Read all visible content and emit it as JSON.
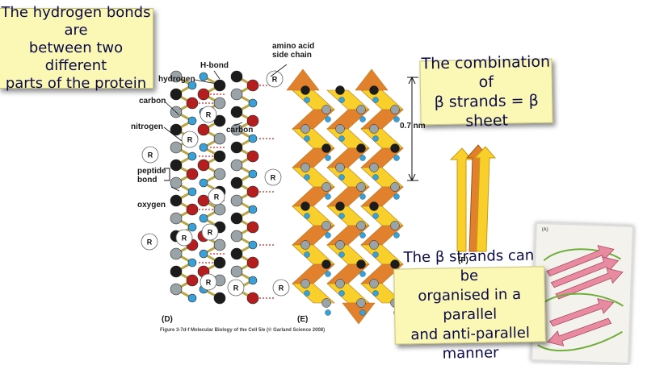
{
  "callouts": {
    "hbonds": [
      "The hydrogen bonds are",
      "between two different",
      "parts of the protein"
    ],
    "sheet": [
      "The combination of",
      "β strands = β sheet"
    ],
    "parallel": [
      "The β strands can be",
      "organised in a parallel",
      "and anti-parallel manner"
    ]
  },
  "labels": {
    "amino_acid": [
      "amino acid",
      "side chain"
    ],
    "h_bond": "H-bond",
    "hydrogen": "hydrogen",
    "carbon_left": "carbon",
    "nitrogen": "nitrogen",
    "carbon_right": "carbon",
    "peptide_bond": [
      "peptide",
      "bond"
    ],
    "oxygen": "oxygen",
    "r_group": "R",
    "distance": "0.7 nm"
  },
  "panels": {
    "d": "(D)",
    "e": "(E)",
    "f": "(F)",
    "photo": "(A)"
  },
  "caption": "Figure 3-7d-f  Molecular Biology of the Cell 5/e (© Garland Science 2008)",
  "colors": {
    "callout_bg": "#fbf7b4",
    "carbon": "#1c1c1c",
    "nitrogen": "#3aa0d8",
    "oxygen": "#b41e1e",
    "alpha_carbon": "#9aa3a8",
    "strand_orange": "#e2812d",
    "strand_yellow": "#f8cf2b",
    "ribbon_pink": "#e88aa0"
  }
}
